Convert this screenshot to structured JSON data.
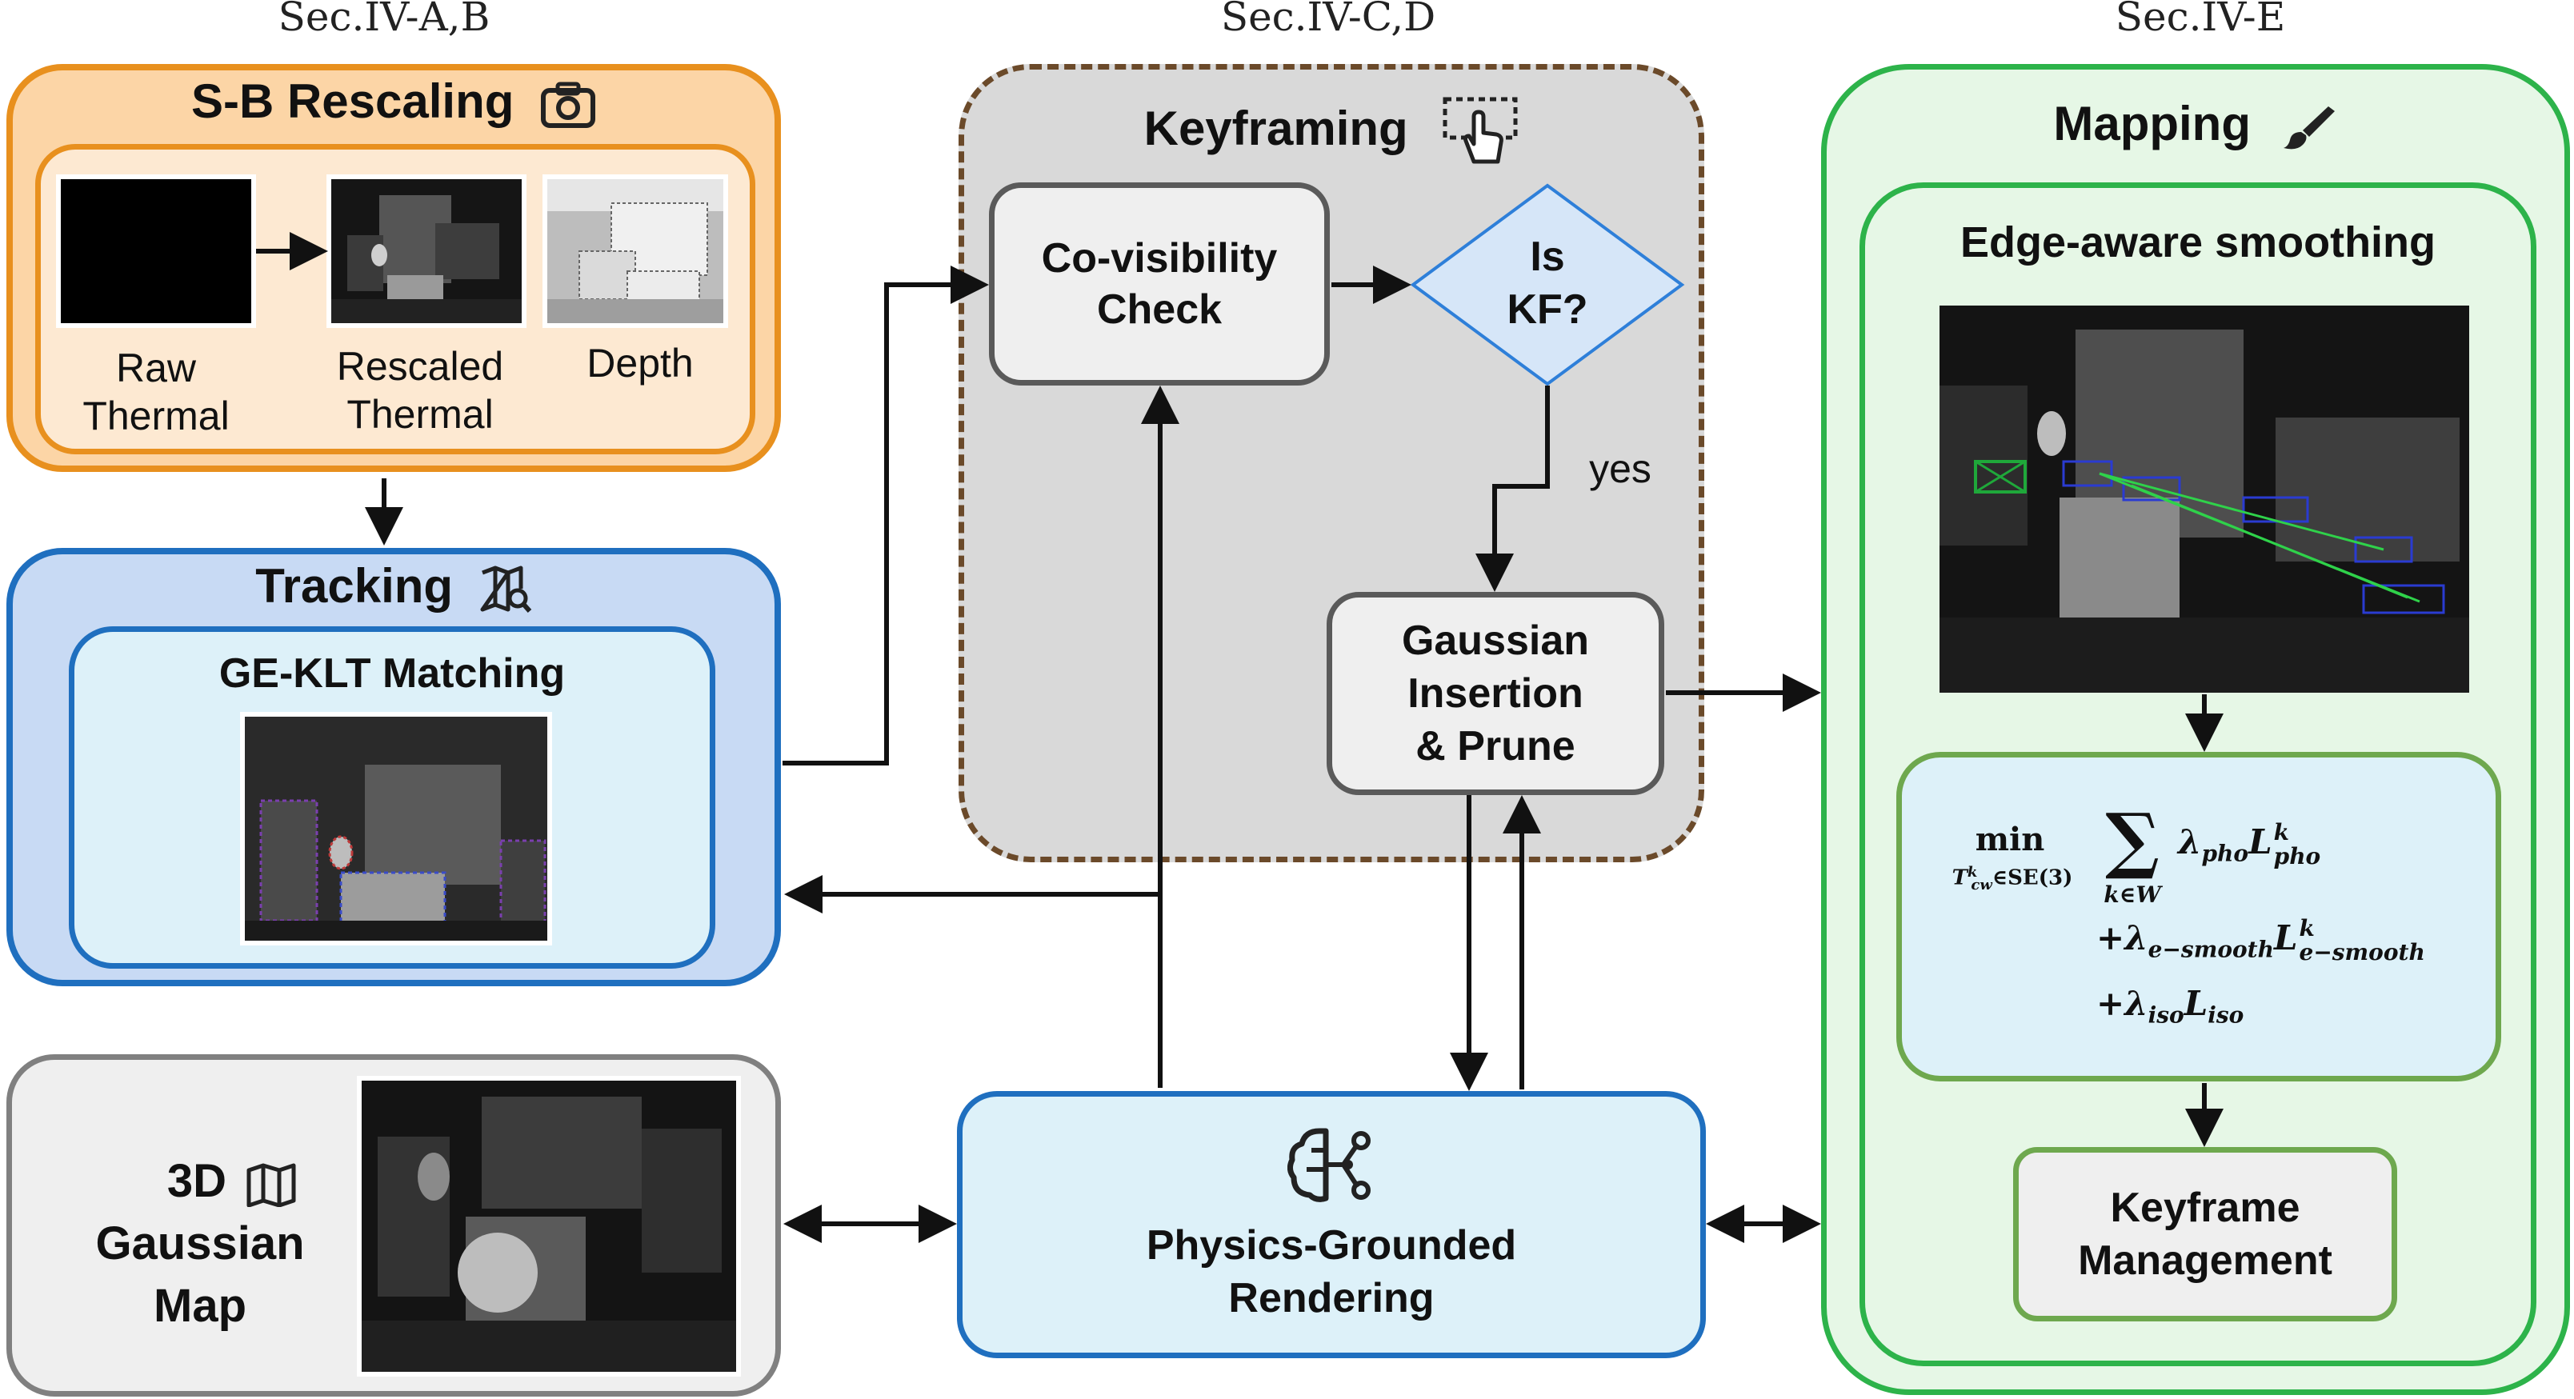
{
  "sections": {
    "ab": "Sec.IV-A,B",
    "cd": "Sec.IV-C,D",
    "e": "Sec.IV-E"
  },
  "rescaling": {
    "title": "S-B Rescaling",
    "raw_label_1": "Raw",
    "raw_label_2": "Thermal",
    "rescaled_label_1": "Rescaled",
    "rescaled_label_2": "Thermal",
    "depth_label": "Depth",
    "icon": "camera-icon"
  },
  "tracking": {
    "title": "Tracking",
    "inner_title": "GE-KLT Matching",
    "icon": "map-search-icon"
  },
  "map": {
    "line1": "3D",
    "line2": "Gaussian",
    "line3": "Map",
    "icon": "map-icon"
  },
  "keyframing": {
    "title": "Keyframing",
    "covis_1": "Co-visibility",
    "covis_2": "Check",
    "iskf_1": "Is",
    "iskf_2": "KF?",
    "yes": "yes",
    "insert_1": "Gaussian",
    "insert_2": "Insertion",
    "insert_3": "& Prune",
    "icon": "hand-select-icon"
  },
  "rendering": {
    "line1": "Physics-Grounded",
    "line2": "Rendering",
    "icon": "brain-circuit-icon"
  },
  "mapping": {
    "title": "Mapping",
    "inner_title": "Edge-aware smoothing",
    "keyframe_1": "Keyframe",
    "keyframe_2": "Management",
    "icon": "brush-icon",
    "eq": {
      "min": "min",
      "min_sub": "T",
      "min_sub_sup": "k",
      "min_sub_sub": "cw",
      "min_sub_rest": "∈SE(3)",
      "sum": "∑",
      "sum_sub": "k∈W",
      "t1_lambda": "λ",
      "t1_lambda_sub": "pho",
      "t1_L": "L",
      "t1_L_sup": "k",
      "t1_L_sub": "pho",
      "plus": "+",
      "t2_lambda_sub": "e−smooth",
      "t2_L_sup": "k",
      "t2_L_sub": "e−smooth",
      "t3_lambda_sub": "iso",
      "t3_L_sub": "iso"
    }
  },
  "colors": {
    "orange_border": "#E8901E",
    "orange_fill": "#FCD5A6",
    "orange_inner": "#FDE9D2",
    "blue_border": "#1F6FBF",
    "blue_fill": "#C8DAF4",
    "blue_inner": "#DDF1F9",
    "gray_fill": "#D9D9D9",
    "brown_dash": "#6B4A2A",
    "green_border": "#2DB34A",
    "green_fill": "#E6F7E6",
    "green_inner": "#6EA84E",
    "diamond_fill": "#D6E6F8",
    "diamond_border": "#2E7FD9"
  }
}
